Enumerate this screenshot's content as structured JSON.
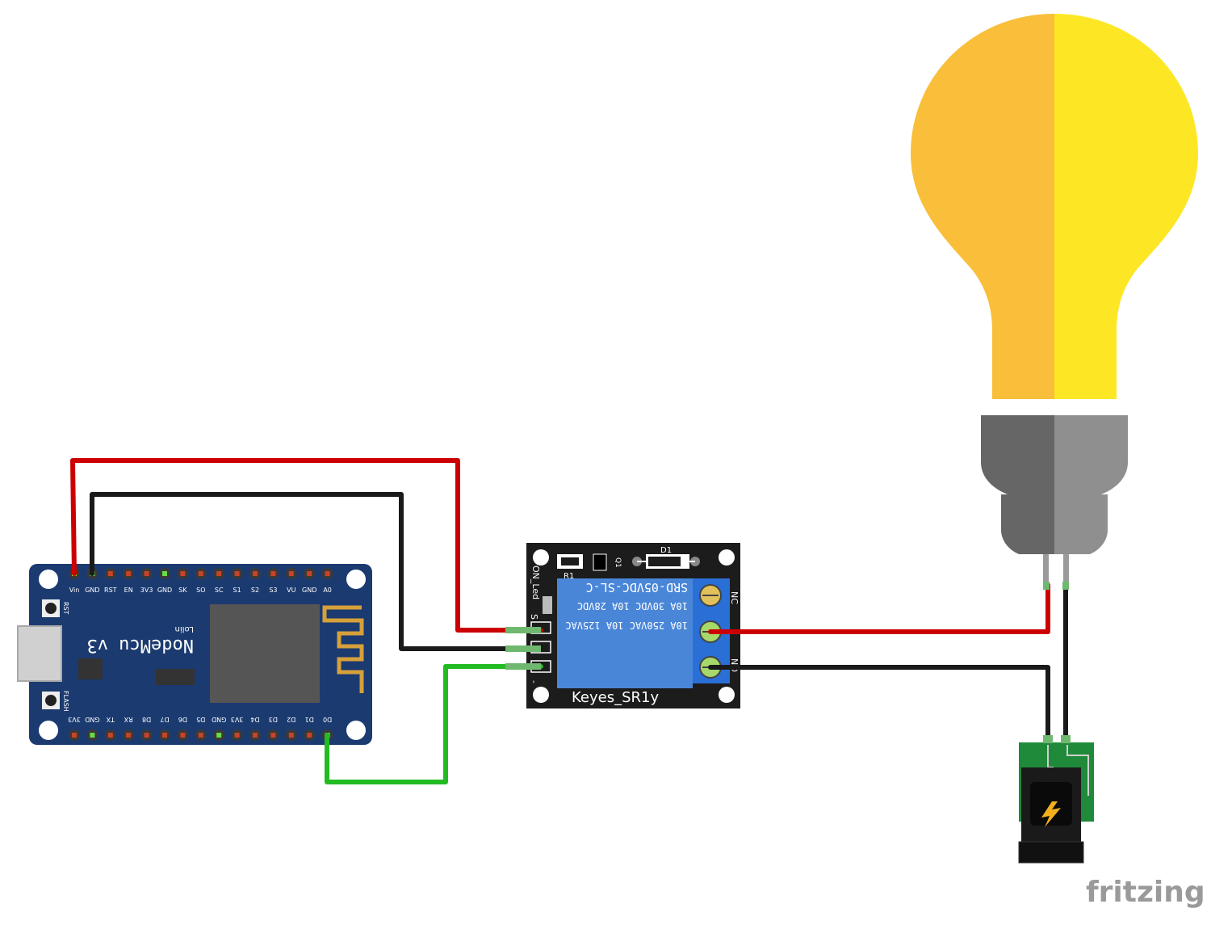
{
  "nodemcu": {
    "name": "NodeMcu v3",
    "brand": "Lolin",
    "btn_rst": "RST",
    "btn_flash": "FLASH",
    "top_pins": [
      "Vin",
      "GND",
      "RST",
      "EN",
      "3V3",
      "GND",
      "SK",
      "SO",
      "SC",
      "S1",
      "S2",
      "S3",
      "VU",
      "GND",
      "A0"
    ],
    "bottom_pins": [
      "3V3",
      "GND",
      "TX",
      "RX",
      "D8",
      "D7",
      "D6",
      "D5",
      "GND",
      "3V3",
      "D4",
      "D3",
      "D2",
      "D1",
      "D0"
    ]
  },
  "relay": {
    "name": "Keyes_SR1y",
    "model": "SRD-05VDC-SL-C",
    "rating1": "10A 30VDC 10A 28VDC",
    "rating2": "10A 250VAC 10A 125VAC",
    "led_label": "ON_Led",
    "r1": "R1",
    "q1": "Q1",
    "d1": "D1",
    "pin_s": "S",
    "pin_minus": "-",
    "term_nc": "NC",
    "term_no": "NO"
  },
  "watermark": "fritzing",
  "colors": {
    "board_blue": "#1b3a70",
    "relay_blue": "#4a86d8",
    "wire_red": "#cc0000",
    "wire_black": "#1a1a1a",
    "wire_green": "#22bb22",
    "bulb_left": "#f9bf3b",
    "bulb_right": "#fde725",
    "socket_left": "#666666",
    "socket_right": "#8f8f8f",
    "jack_green": "#1e8a3a"
  },
  "icons": {
    "power": "lightning-bolt-icon",
    "bulb": "light-bulb-icon"
  }
}
